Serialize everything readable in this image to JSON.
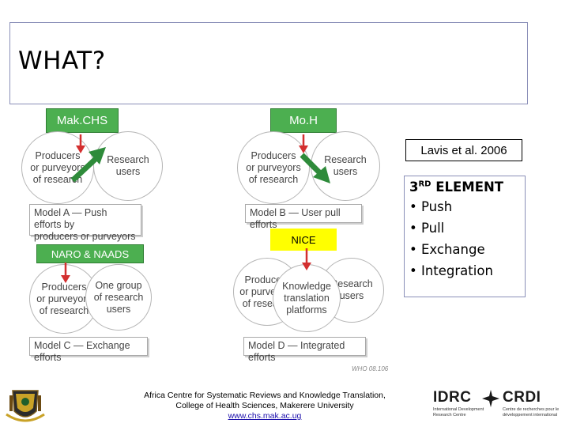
{
  "title": "WHAT?",
  "labels": {
    "makchs": "Mak.CHS",
    "moh": "Mo.H",
    "naro": "NARO & NAADS",
    "nice": "NICE"
  },
  "model_a": {
    "producers": "Producers\nor purveyors\nof research",
    "users": "Research\nusers",
    "caption": "Model A — Push efforts by\nproducers or purveyors"
  },
  "model_b": {
    "producers": "Producers\nor purveyors\nof research",
    "users": "Research\nusers",
    "caption": "Model B — User pull efforts"
  },
  "model_c": {
    "producers": "Producers\nor purveyors\nof research",
    "group": "One group\nof research\nusers",
    "caption": "Model C — Exchange efforts"
  },
  "model_d": {
    "producers": "Producers\nor purveyors\nof research",
    "platforms": "Knowledge\ntranslation\nplatforms",
    "users": "Research\nusers",
    "caption": "Model D — Integrated efforts"
  },
  "who_code": "WHO 08.106",
  "reference": "Lavis et al. 2006",
  "elements": {
    "heading_main": "3",
    "heading_sup": "RD",
    "heading_rest": " ELEMENT",
    "items": [
      "Push",
      "Pull",
      "Exchange",
      "Integration"
    ]
  },
  "footer": {
    "line1": "Africa Centre for Systematic Reviews and Knowledge Translation,",
    "line2": "College of Health Sciences, Makerere University",
    "link": "www.chs.mak.ac.ug"
  },
  "logos": {
    "idrc": "IDRC",
    "crdi": "CRDI",
    "idrc_sub": "International Development\nResearch Centre",
    "crdi_sub": "Centre de recherches pour le\ndéveloppement international"
  },
  "colors": {
    "green_label": "#4caf50",
    "yellow_label": "#ffff00",
    "arrow_red": "#d32f2f",
    "arrow_green": "#2e8b3a"
  }
}
